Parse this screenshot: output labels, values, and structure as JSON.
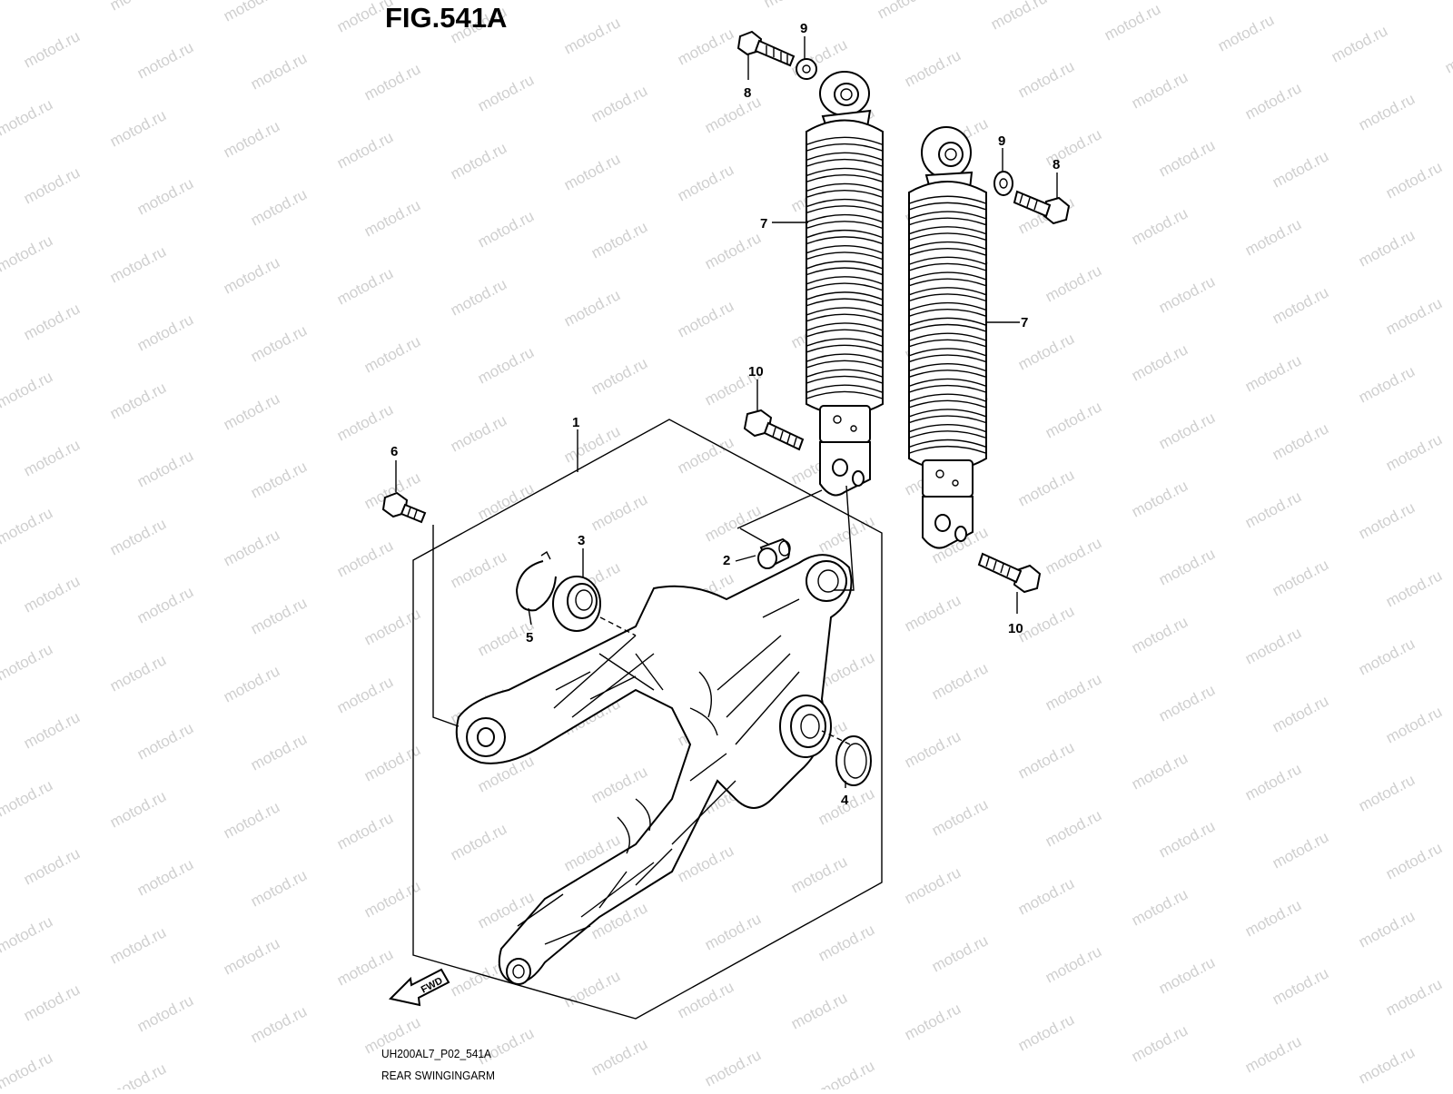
{
  "figure": {
    "title": "FIG.541A",
    "code": "UH200AL7_P02_541A",
    "name": "REAR SWINGINGARM",
    "watermark": "motod.ru",
    "fwd_label": "FWD"
  },
  "callouts": [
    {
      "id": "c1",
      "label": "1"
    },
    {
      "id": "c2",
      "label": "2"
    },
    {
      "id": "c3",
      "label": "3"
    },
    {
      "id": "c4",
      "label": "4"
    },
    {
      "id": "c5",
      "label": "5"
    },
    {
      "id": "c6",
      "label": "6"
    },
    {
      "id": "c7a",
      "label": "7"
    },
    {
      "id": "c7b",
      "label": "7"
    },
    {
      "id": "c8a",
      "label": "8"
    },
    {
      "id": "c8b",
      "label": "8"
    },
    {
      "id": "c9a",
      "label": "9"
    },
    {
      "id": "c9b",
      "label": "9"
    },
    {
      "id": "c10a",
      "label": "10"
    },
    {
      "id": "c10b",
      "label": "10"
    }
  ]
}
